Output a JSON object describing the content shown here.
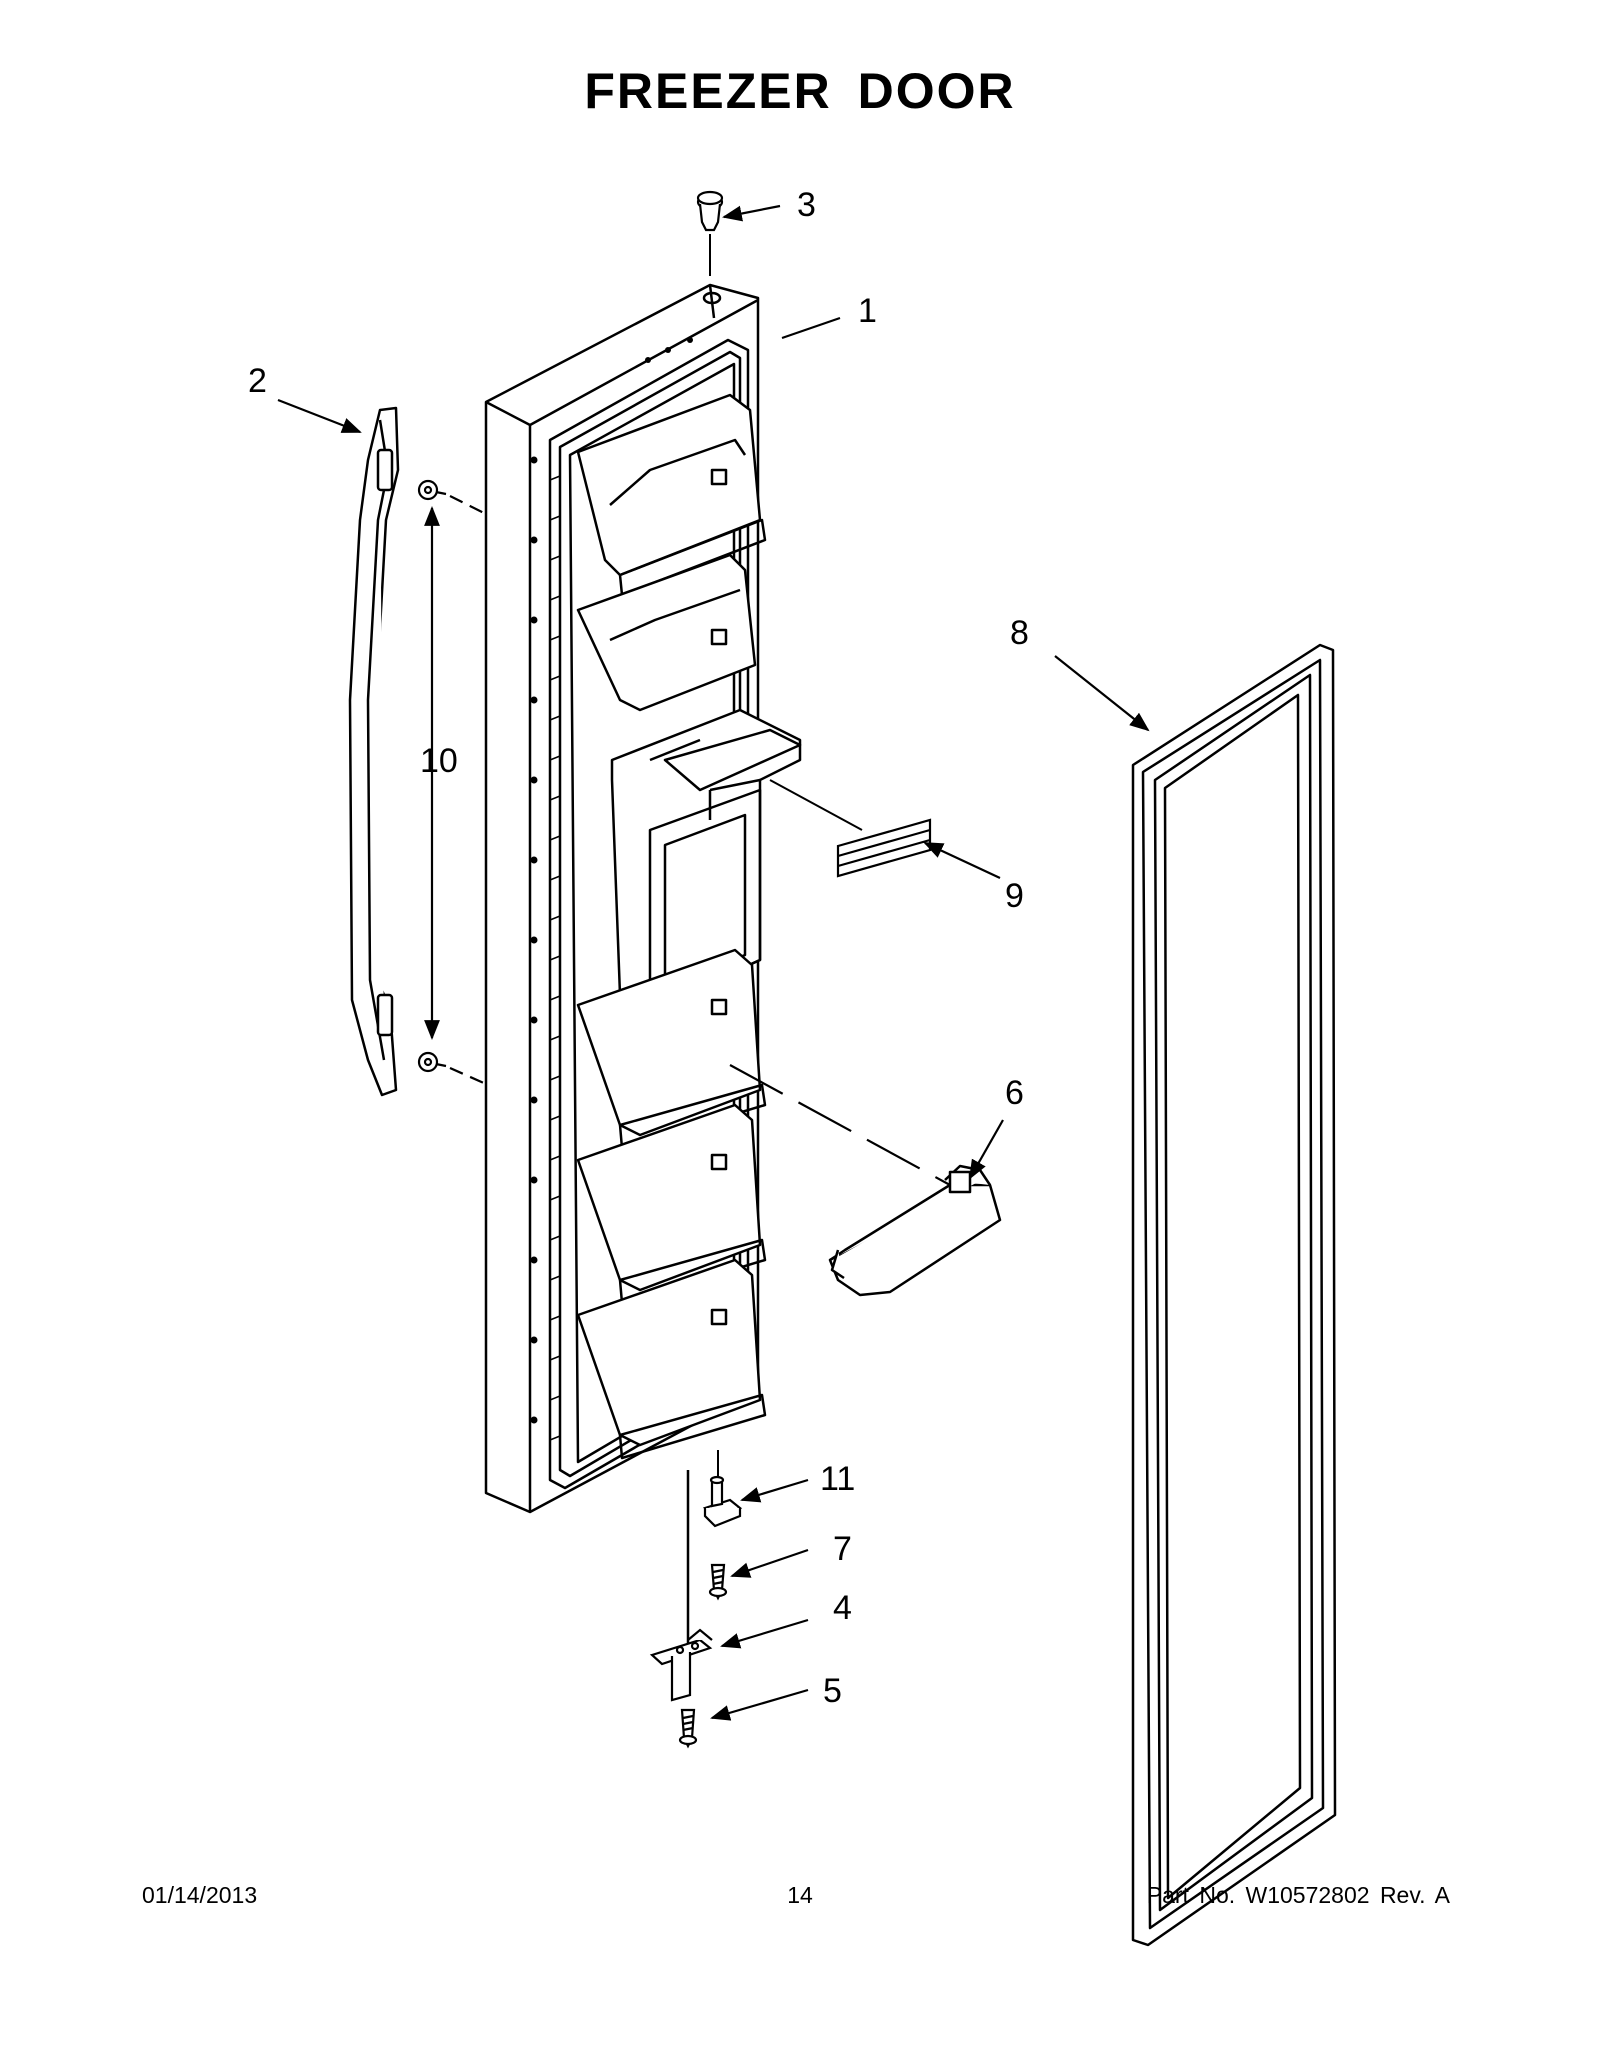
{
  "title": "FREEZER DOOR",
  "callouts": [
    "1",
    "2",
    "3",
    "4",
    "5",
    "6",
    "7",
    "8",
    "9",
    "10",
    "11"
  ],
  "footer": {
    "date": "01/14/2013",
    "page": "14",
    "part": "Part No.  W10572802  Rev.  A"
  }
}
